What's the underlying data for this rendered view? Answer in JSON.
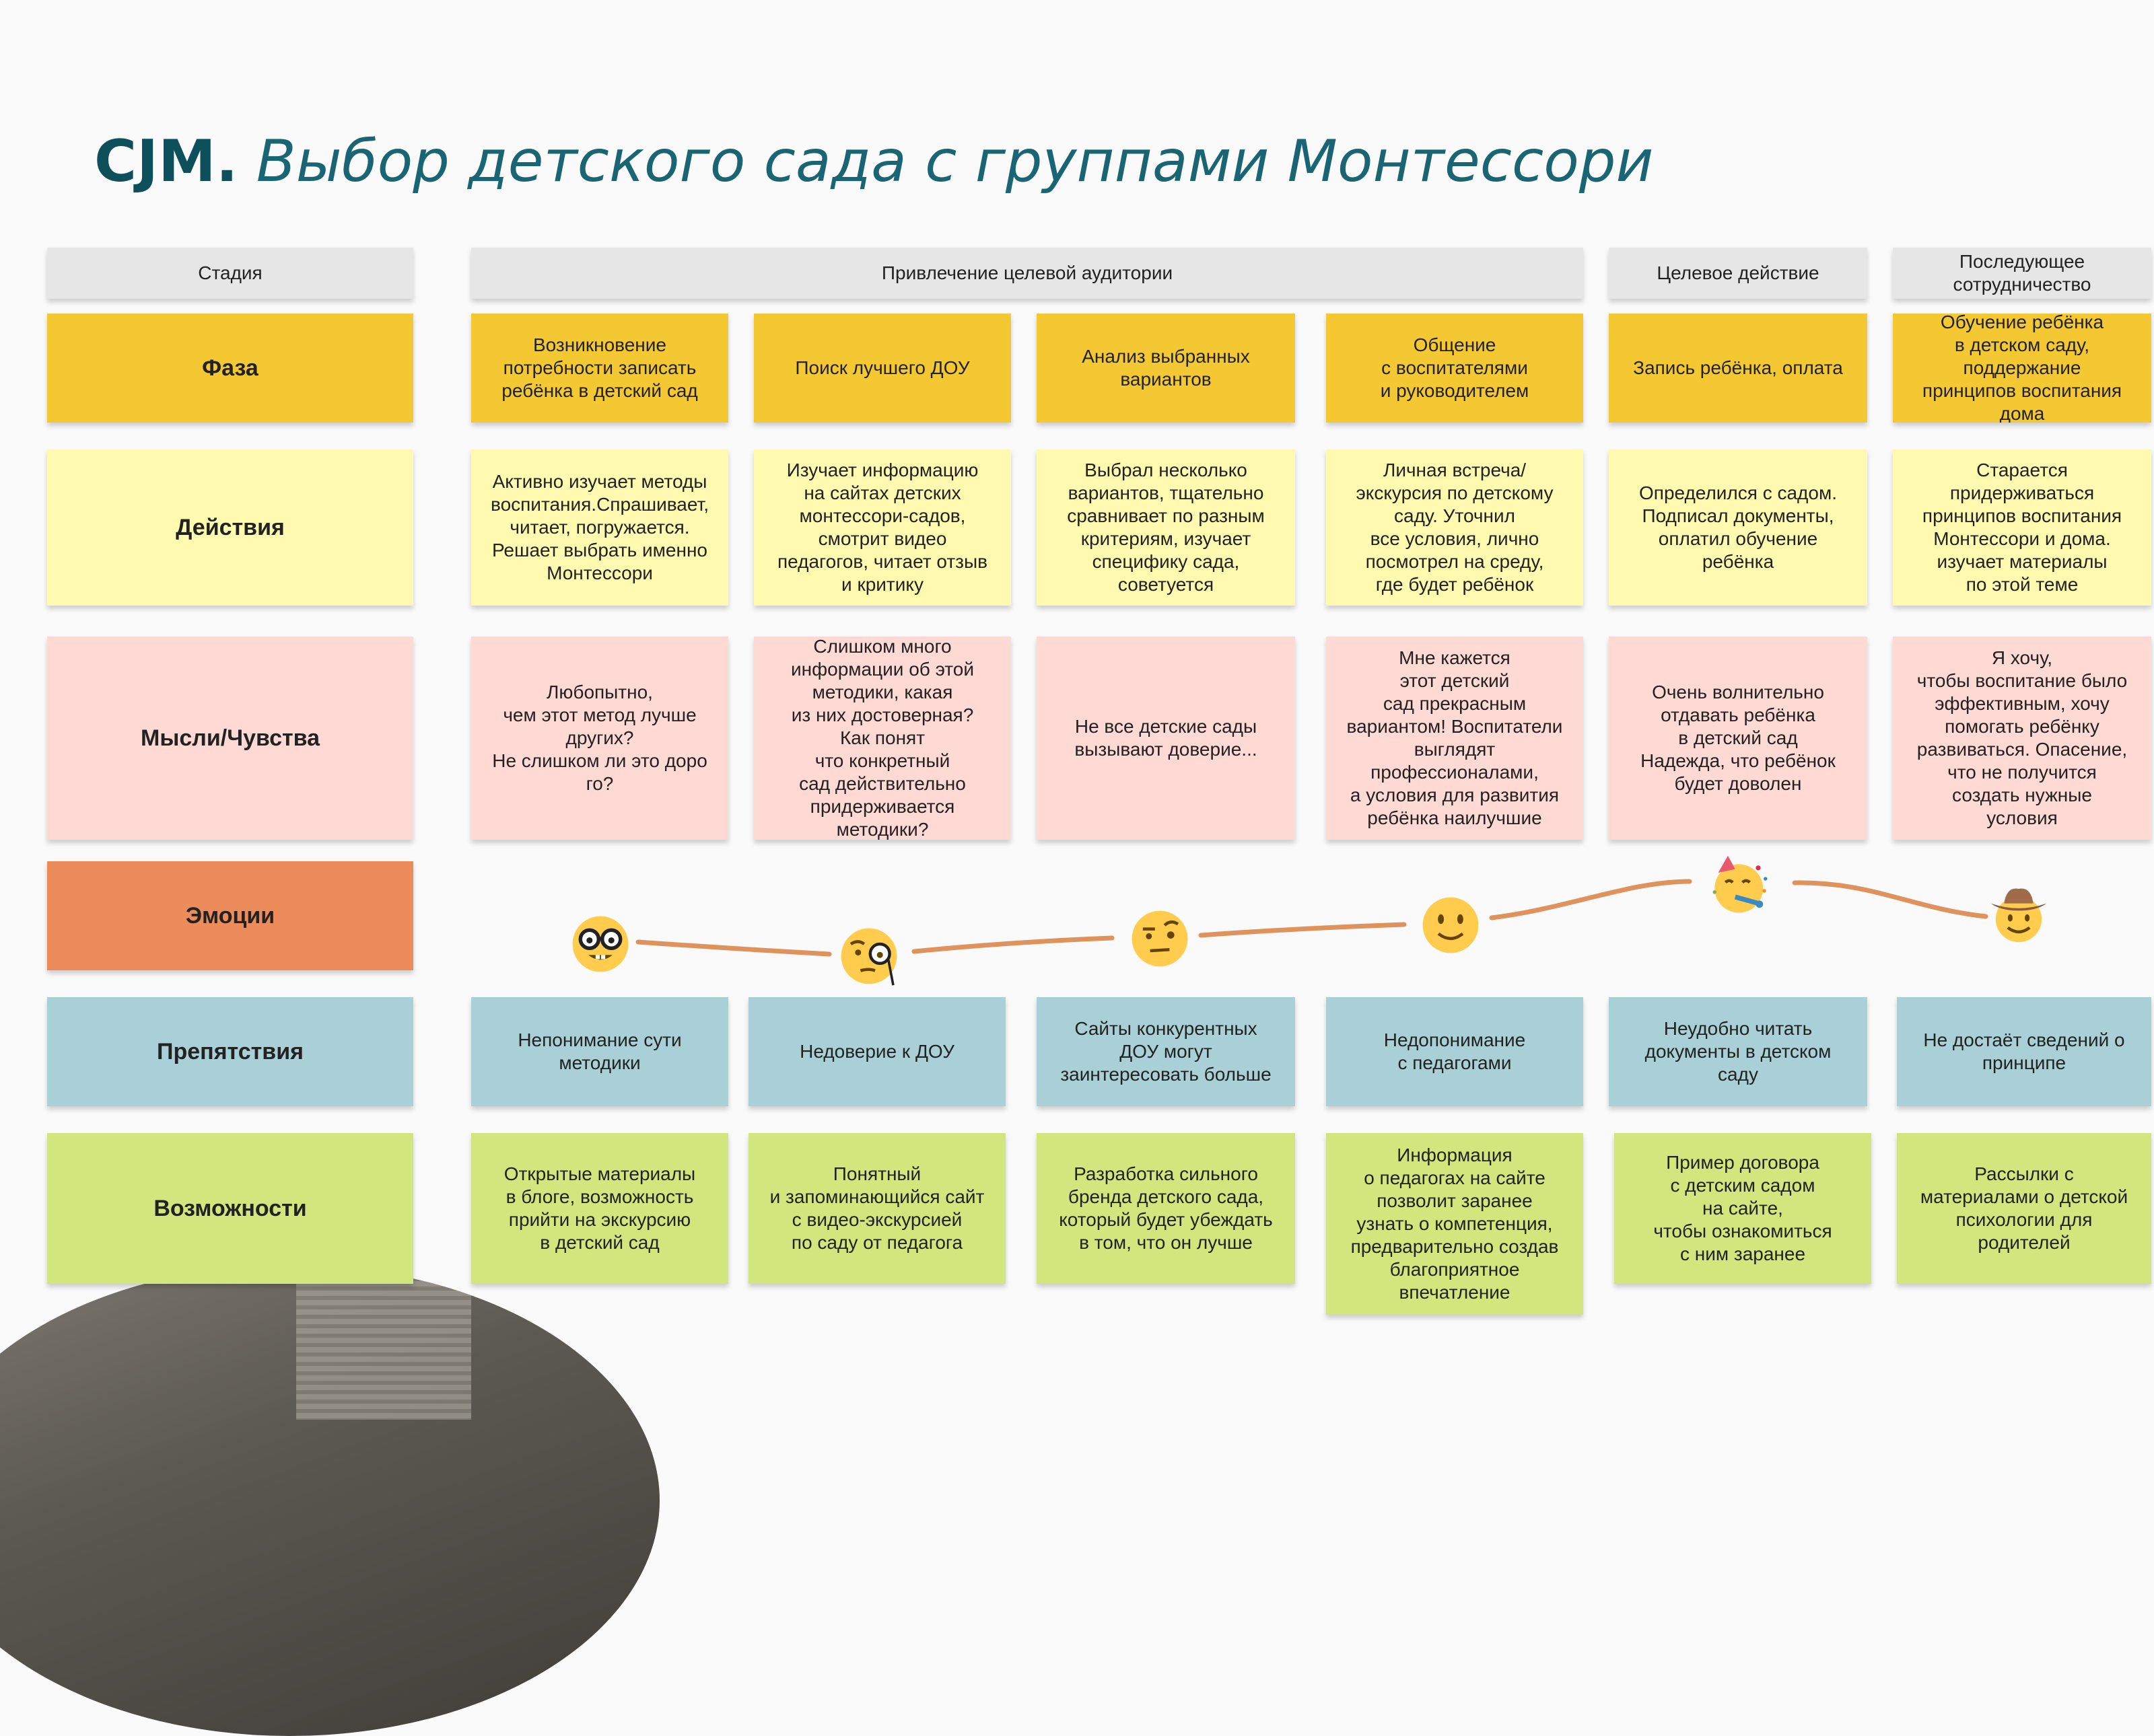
{
  "title": {
    "bold": "CJM.",
    "rest": "Выбор детского сада с группами Монтессори"
  },
  "rows": {
    "stage": "Стадия",
    "phase": "Фаза",
    "actions": "Действия",
    "thoughts": "Мысли/Чувства",
    "emotions": "Эмоции",
    "obstacles": "Препятствия",
    "opportunities": "Возможности"
  },
  "stages": {
    "attraction": "Привлечение целевой аудитории",
    "target": "Целевое действие",
    "followup": "Последующее\nсотрудничество"
  },
  "phases": [
    "Возникновение\nпотребности записать\nребёнка в детский сад",
    "Поиск лучшего ДОУ",
    "Анализ выбранных\nвариантов",
    "Общение\nс воспитателями\nи руководителем",
    "Запись ребёнка, оплата",
    "Обучение ребёнка\nв детском саду,\nподдержание\nпринципов воспитания\nдома"
  ],
  "actions": [
    "Активно изучает методы\nвоспитания.Спрашивает,\nчитает, погружается.\nРешает выбрать именно\nМонтессори",
    "Изучает информацию\nна сайтах детских\nмонтессори-садов,\nсмотрит видео\nпедагогов, читает отзыв\nи критику",
    "Выбрал несколько\nвариантов, тщательно\nсравнивает по разным\nкритериям, изучает\nспецифику сада,\nсоветуется",
    "Личная встреча/\nэкскурсия по детскому\nсаду. Уточнил\nвсе условия, лично\nпосмотрел на среду,\nгде будет ребёнок",
    "Определился с садом.\nПодписал документы,\nоплатил обучение\nребёнка",
    "Старается\nпридерживаться\nпринципов воспитания\nМонтессори и дома.\nизучает материалы\nпо этой теме"
  ],
  "thoughts": [
    "Любопытно,\nчем этот метод лучше\nдругих?\nНе слишком ли это доро\nго?",
    "Слишком много\nинформации об этой\nметодики, какая\nиз них достоверная?\nКак понят\nчто конкретный\nсад действительно\nпридерживается\nметодики?",
    "Не все детские сады\nвызывают доверие...",
    "Мне кажется\nэтот детский\nсад прекрасным\nвариантом! Воспитатели\nвыглядят\nпрофессионалами,\nа условия для развития\nребёнка наилучшие",
    "Очень волнительно\nотдавать ребёнка\nв детский сад\nНадежда, что ребёнок\nбудет доволен",
    "Я хочу,\nчтобы воспитание было\nэффективным, хочу\nпомогать ребёнку\nразвиваться. Опасение,\nчто не получится\nсоздать нужные\nусловия"
  ],
  "emotions": [
    {
      "icon": "nerd-face-icon",
      "level": 2
    },
    {
      "icon": "face-with-monocle-icon",
      "level": 1
    },
    {
      "icon": "face-with-raised-eyebrow-icon",
      "level": 3
    },
    {
      "icon": "slightly-smiling-face-icon",
      "level": 4
    },
    {
      "icon": "partying-face-icon",
      "level": 7
    },
    {
      "icon": "cowboy-hat-face-icon",
      "level": 5
    }
  ],
  "obstacles": [
    "Непонимание сути\nметодики",
    "Недоверие к ДОУ",
    "Сайты конкурентных\nДОУ могут\nзаинтересовать больше",
    "Недопонимание\nс педагогами",
    "Неудобно читать\nдокументы в детском\nсаду",
    "Не достаёт сведений о\nпринципе"
  ],
  "opportunities": [
    "Открытые материалы\nв блоге, возможность\nприйти на экскурсию\nв детский сад",
    "Понятный\nи запоминающийся сайт\nс видео-экскурсией\nпо саду от педагога",
    "Разработка сильного\nбренда детского сада,\nкоторый будет убеждать\nв том, что он лучше",
    "Информация\nо педагогах на сайте\nпозволит заранее\nузнать о компетенция,\nпредварительно создав\nблагоприятное\nвпечатление",
    "Пример договора\nс детским садом\nна сайте,\nчтобы ознакомиться\nс ним заранее",
    "Рассылки с\nматериалами о детской\nпсихологии для\nродителей"
  ],
  "colors": {
    "title": "#0e4f5c",
    "stage": "#e6e6e6",
    "phase": "#f4c832",
    "action": "#fffab0",
    "thought": "#ffd9d3",
    "emotion": "#ec8c5a",
    "obstacle": "#a8d0d6",
    "opportunity": "#d3e57d",
    "curve": "#e0925c"
  }
}
